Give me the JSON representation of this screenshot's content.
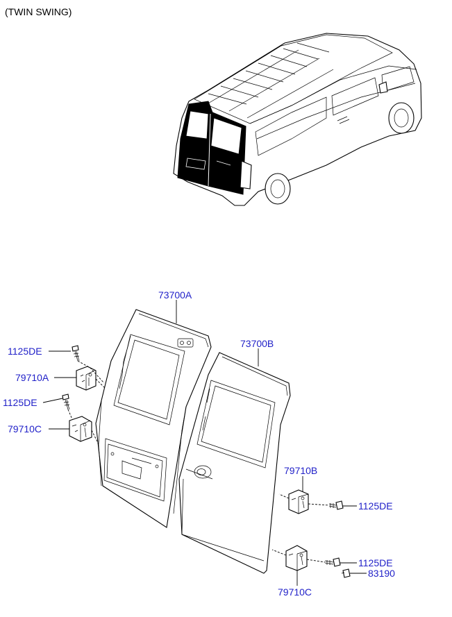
{
  "title": "(TWIN SWING)",
  "labels": {
    "door_left": "73700A",
    "door_right": "73700B",
    "bolt_top_left": "1125DE",
    "hinge_top_left": "79710A",
    "bolt_mid_left": "1125DE",
    "hinge_bottom_left": "79710C",
    "hinge_top_right": "79710B",
    "bolt_top_right": "1125DE",
    "bolt_bottom_right": "1125DE",
    "cap_bottom_right": "83190",
    "hinge_bottom_right": "79710C"
  },
  "colors": {
    "label": "#1f1fc8",
    "line": "#000000",
    "door_glass": "#000000"
  }
}
